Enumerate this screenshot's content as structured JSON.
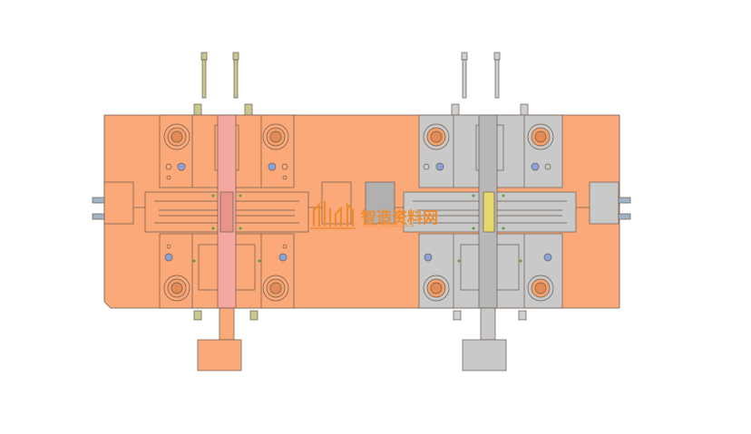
{
  "drawing": {
    "colors": {
      "plate": "#fba978",
      "plate_stroke": "#6b5a50",
      "grey_part": "#c9c9c9",
      "pink_part": "#f4a8a0",
      "olive_bolt": "#c8c890",
      "yellow_part": "#e6d86a",
      "green_accent": "#5da040",
      "blue_accent": "#6a8fd0"
    },
    "views": [
      {
        "name": "left-mold-half",
        "moving_insert": "pink"
      },
      {
        "name": "right-mold-half",
        "moving_insert": "grey"
      }
    ]
  },
  "watermark": {
    "logo": "zhizao-logo",
    "text": "智造资料网",
    "subtext": "WWW.ZHIZAO.DATA"
  }
}
